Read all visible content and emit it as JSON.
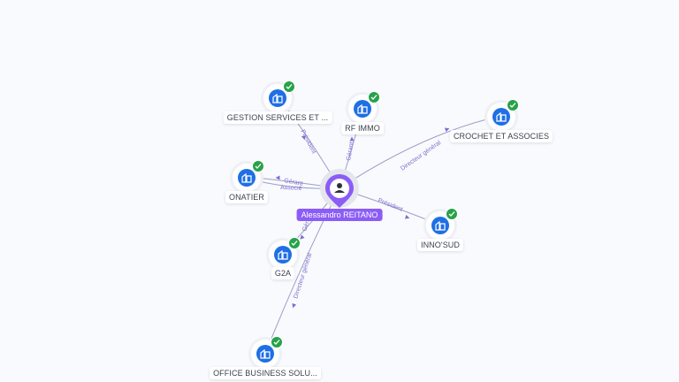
{
  "center": {
    "name": "Alessandro REITANO",
    "icon": "person-icon",
    "color": "#8b5cf6"
  },
  "companies": [
    {
      "id": "gestion",
      "name": "GESTION SERVICES ET ...",
      "verified": true,
      "relations": [
        "Président"
      ]
    },
    {
      "id": "rfimmo",
      "name": "RF IMMO",
      "verified": true,
      "relations": [
        "Gérant"
      ]
    },
    {
      "id": "crochet",
      "name": "CROCHET ET ASSOCIES",
      "verified": true,
      "relations": [
        "Directeur général"
      ]
    },
    {
      "id": "onatier",
      "name": "ONATIER",
      "verified": true,
      "relations": [
        "Gérant",
        "Associé"
      ]
    },
    {
      "id": "innosud",
      "name": "INNO'SUD",
      "verified": true,
      "relations": [
        "Président"
      ]
    },
    {
      "id": "g2a",
      "name": "G2A",
      "verified": true,
      "relations": [
        "Gérant"
      ]
    },
    {
      "id": "office",
      "name": "OFFICE BUSINESS SOLU...",
      "verified": true,
      "relations": [
        "Directeur général"
      ]
    }
  ],
  "colors": {
    "edge": "#9aa0c8",
    "edge_label": "#7e6fd0",
    "company_icon_bg": "#1f6fe5",
    "verified": "#27a24a"
  }
}
